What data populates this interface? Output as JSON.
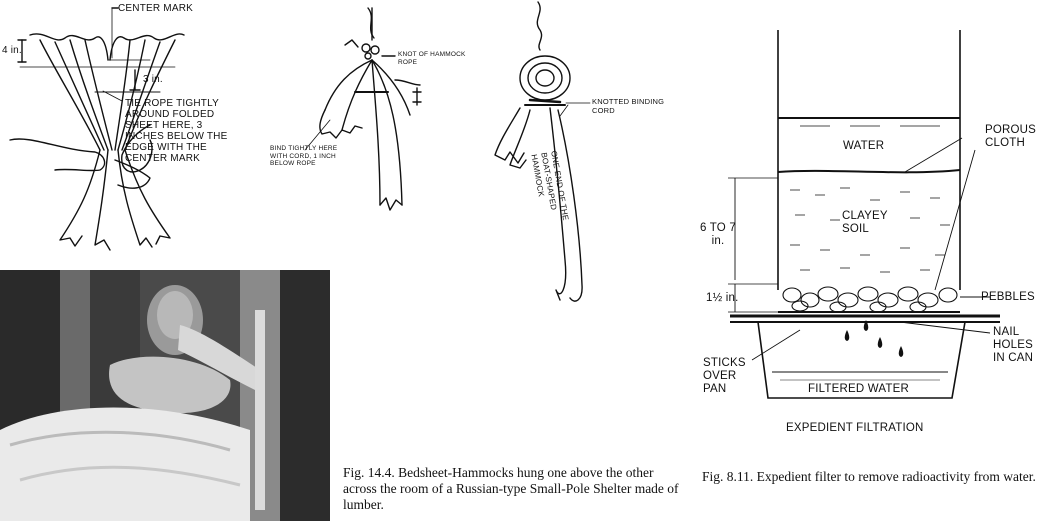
{
  "figure_left": {
    "labels": {
      "center_mark": "CENTER MARK",
      "four_in": "4 in.",
      "three_in": "3 in.",
      "tie_rope": "TIE ROPE TIGHTLY\nAROUND FOLDED\nSHEET HERE, 3\nINCHES BELOW THE\nEDGE WITH THE\nCENTER MARK",
      "knot_of_hammock": "KNOT OF HAMMOCK\nROPE",
      "bind_tightly": "BIND TIGHTLY HERE\nWITH CORD, 1 INCH\nBELOW ROPE",
      "knotted_binding": "KNOTTED BINDING\nCORD",
      "one_end": "ONE END OF THE\nBOAT-SHAPED\nHAMMOCK"
    },
    "caption": "Fig. 14.4. Bedsheet-Hammocks hung one above the other across the room of a Russian-type Small-Pole Shelter made of lumber."
  },
  "figure_right": {
    "labels": {
      "water": "WATER",
      "porous_cloth": "POROUS\nCLOTH",
      "clayey_soil": "CLAYEY\nSOIL",
      "six_to_seven": "6 TO 7\nin.",
      "one_half": "1½ in.",
      "pebbles": "PEBBLES",
      "nail_holes": "NAIL\nHOLES\nIN CAN",
      "sticks_over_pan": "STICKS\nOVER\nPAN",
      "filtered_water": "FILTERED WATER",
      "title": "EXPEDIENT FILTRATION"
    },
    "caption": "Fig. 8.11. Expedient filter to remove radioactivity from water."
  }
}
